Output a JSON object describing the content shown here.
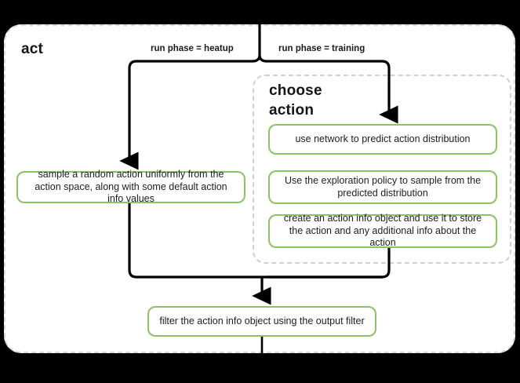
{
  "diagram": {
    "type": "flowchart",
    "title": "act",
    "background_color": "#000000",
    "canvas_color": "#ffffff",
    "node_border_color": "#8dc265",
    "edge_color": "#000000",
    "scope_border_color": "#d8d8d8"
  },
  "scopes": {
    "act": {
      "label": "act"
    },
    "choose_action": {
      "label": "choose\naction"
    }
  },
  "edge_labels": {
    "heatup": "run phase = heatup",
    "training": "run phase = training"
  },
  "nodes": {
    "sample_random": "sample a random action uniformly from the action space, along with some default action info values",
    "use_network": "use network to predict action distribution",
    "exploration_policy": "Use the exploration policy to sample from the predicted distribution",
    "create_action_info": "create an action info object and use it to store the action and any additional info about the action",
    "filter_output": "filter the action info object using the output filter"
  },
  "chart_data": {
    "type": "table",
    "title": "act",
    "categories": [
      "run phase = heatup",
      "run phase = training"
    ],
    "series": [
      {
        "name": "run phase = heatup",
        "values": [
          "sample a random action uniformly from the action space, along with some default action info values"
        ]
      },
      {
        "name": "run phase = training",
        "values": [
          "use network to predict action distribution",
          "Use the exploration policy to sample from the predicted distribution",
          "create an action info object and use it to store the action and any additional info about the action"
        ]
      }
    ],
    "merge_node": "filter the action info object using the output filter"
  }
}
